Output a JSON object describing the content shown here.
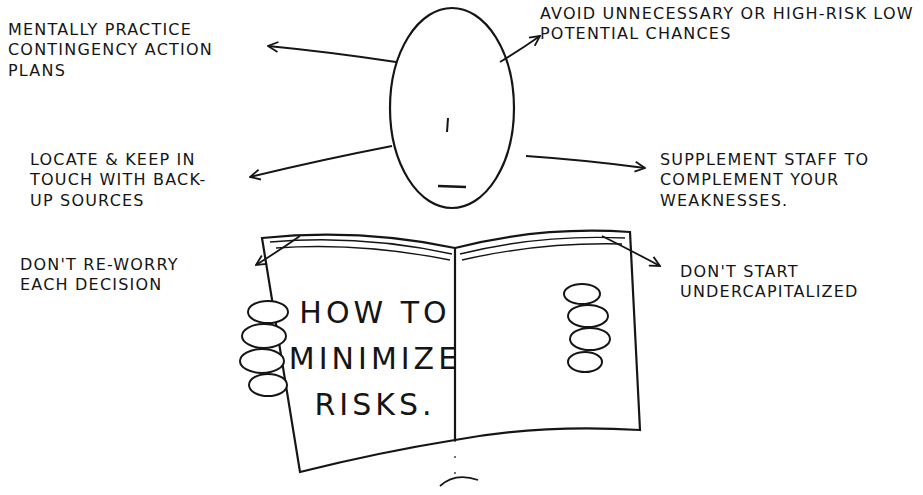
{
  "diagram": {
    "nodes": [
      {
        "text": [
          "HOW TO MINIMIZE RISKS."
        ]
      }
    ],
    "labels": [
      "MENTALLY PRACTICE CONTINGENCY ACTION PLANS",
      "AVOID UNNECESSARY OR HIGH-RISK LOW POTENTIAL CHANCES",
      "LOCATE & KEEP IN TOUCH WITH BACK-UP SOURCES",
      "SUPPLEMENT STAFF TO COMPLEMENT YOUR WEAKNESSES.",
      "DON'T RE-WORRY EACH DECISION",
      "DON'T START UNDERCAPITALIZED"
    ]
  }
}
